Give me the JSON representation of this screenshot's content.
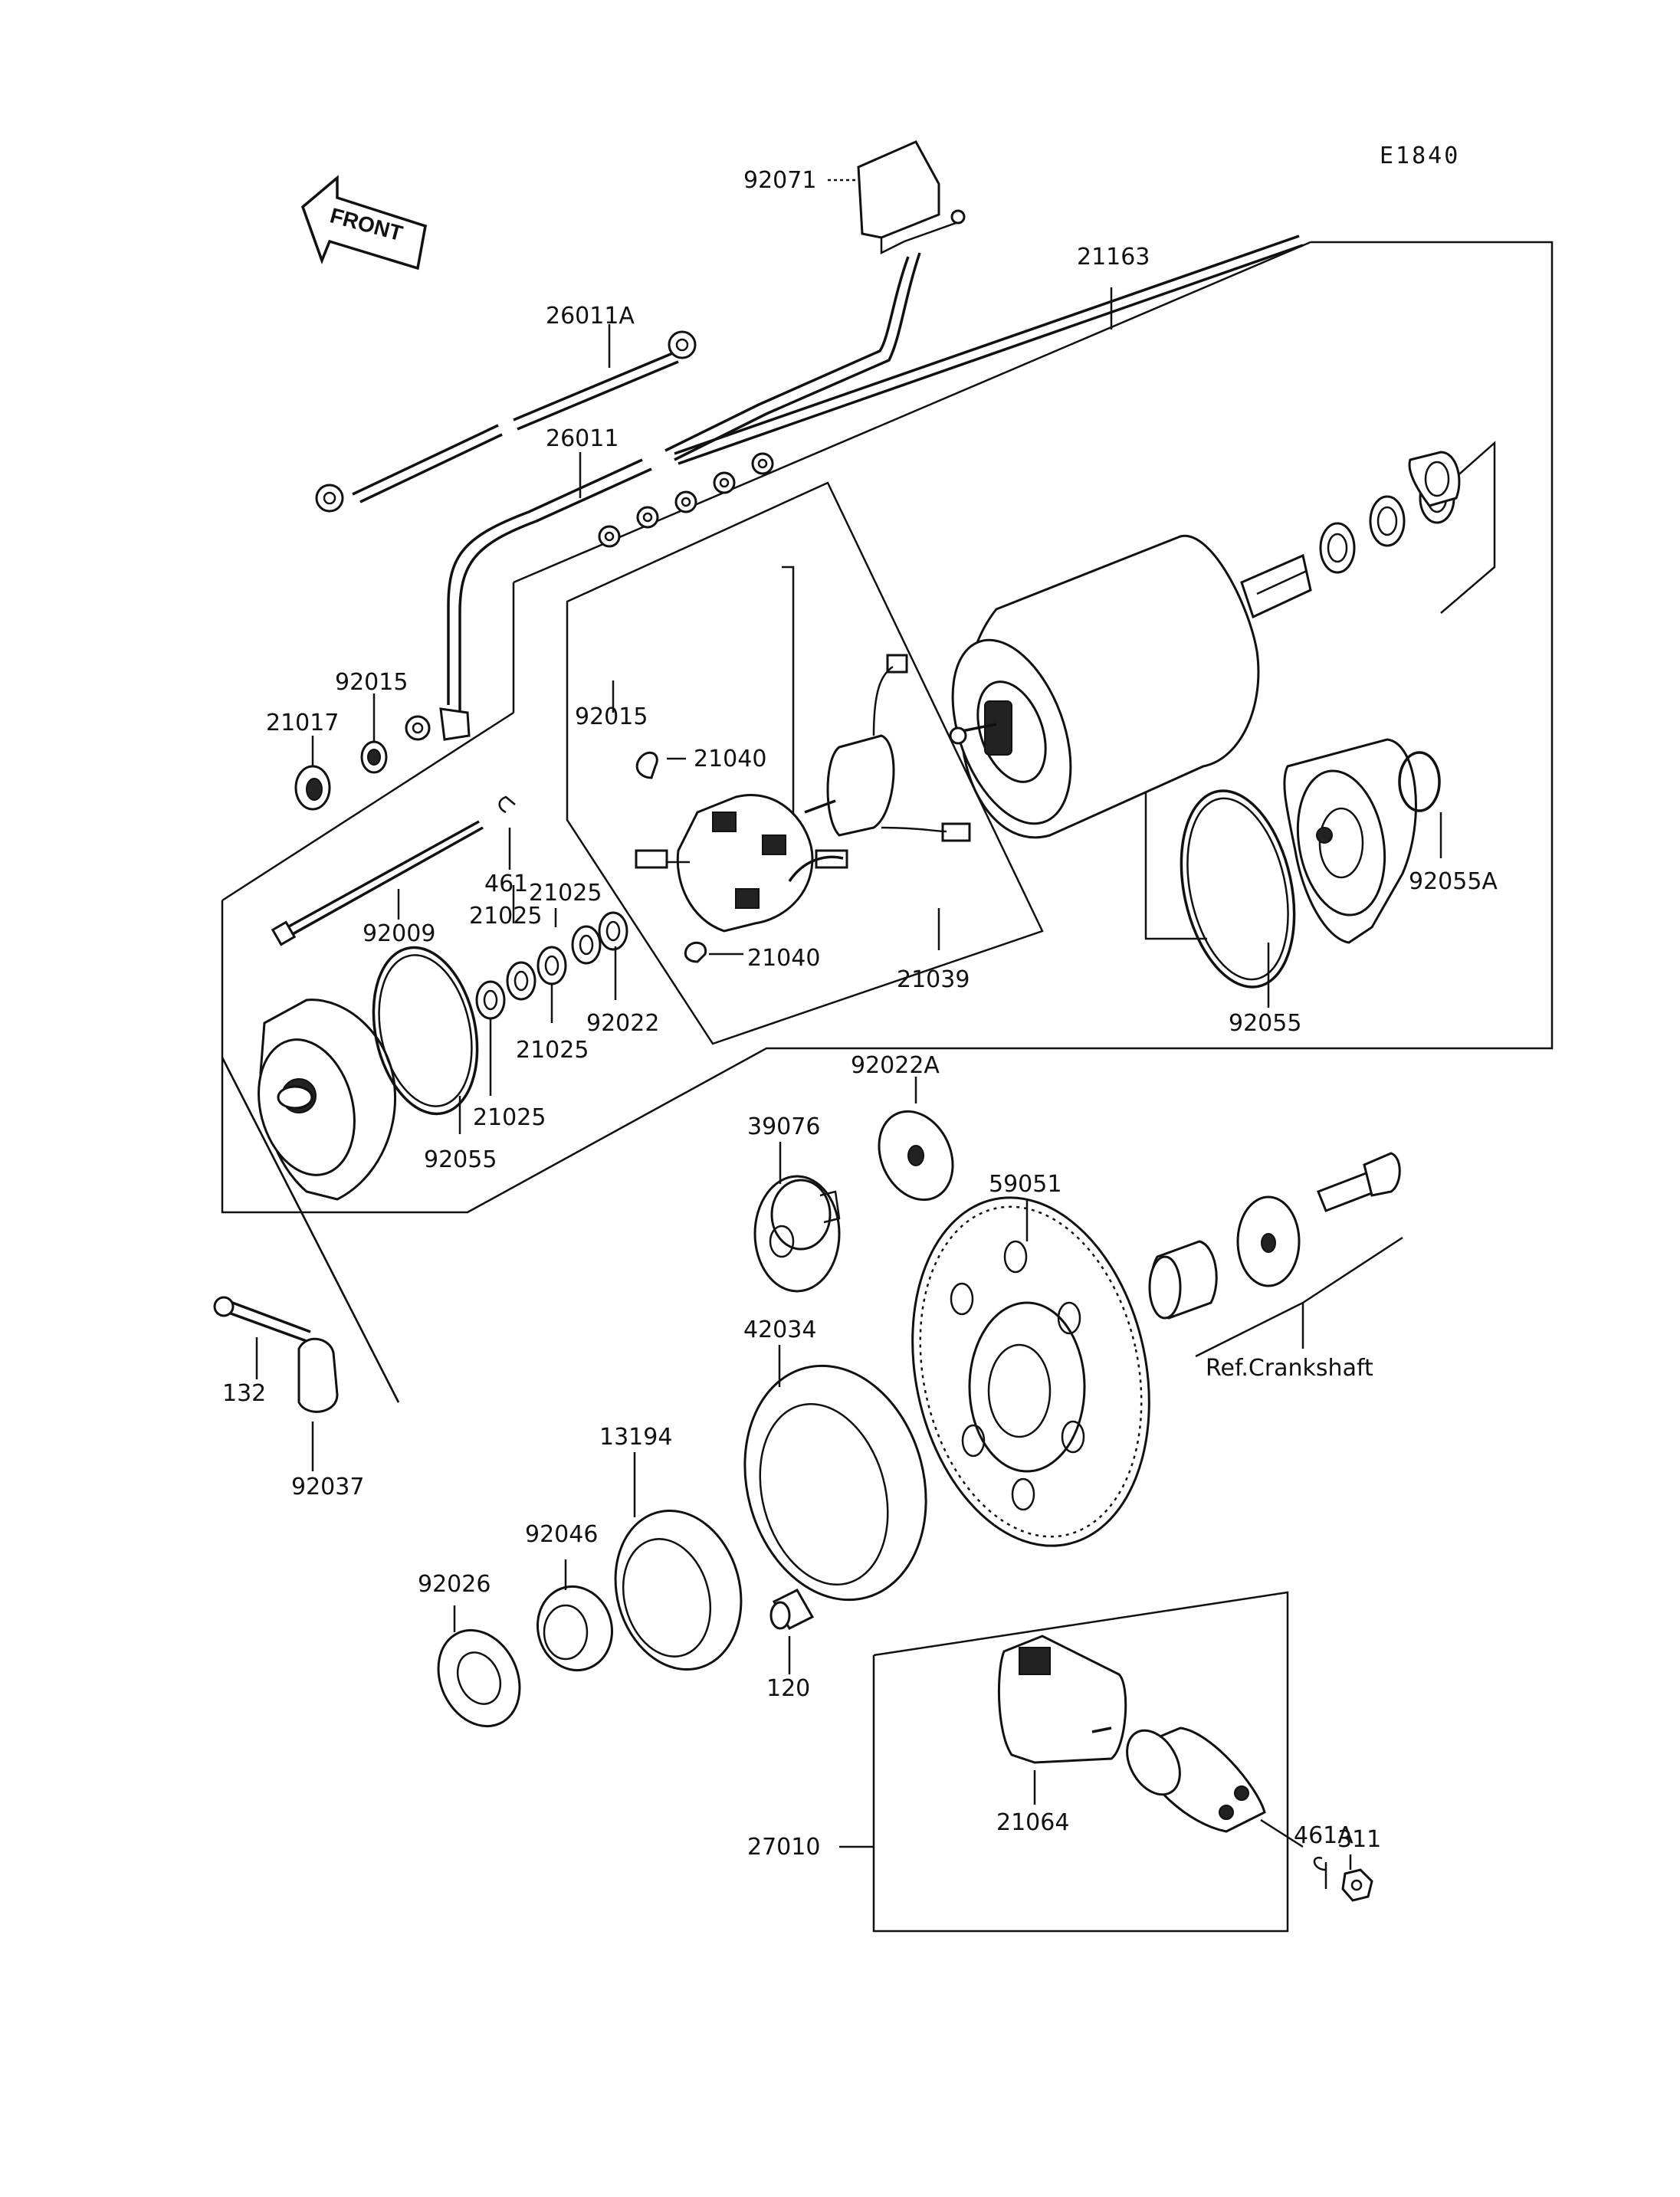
{
  "diagram_code": "E1840",
  "front_label": "FRONT",
  "ref_label": "Ref.Crankshaft",
  "parts": {
    "p92071": "92071",
    "p21163": "21163",
    "p26011A": "26011A",
    "p26011": "26011",
    "p92015a": "92015",
    "p21017": "21017",
    "p92015b": "92015",
    "p21040a": "21040",
    "p21040b": "21040",
    "p461": "461",
    "p21025a": "21025",
    "p21025b": "21025",
    "p21025c": "21025",
    "p21025d": "21025",
    "p92009": "92009",
    "p92022": "92022",
    "p21039": "21039",
    "p92055a": "92055",
    "p92055b": "92055",
    "p92055A": "92055A",
    "p92022A": "92022A",
    "p39076": "39076",
    "p59051": "59051",
    "p132": "132",
    "p92037": "92037",
    "p42034": "42034",
    "p13194": "13194",
    "p92046": "92046",
    "p92026": "92026",
    "p120": "120",
    "p21064": "21064",
    "p27010": "27010",
    "p461A": "461A",
    "p311": "311"
  }
}
